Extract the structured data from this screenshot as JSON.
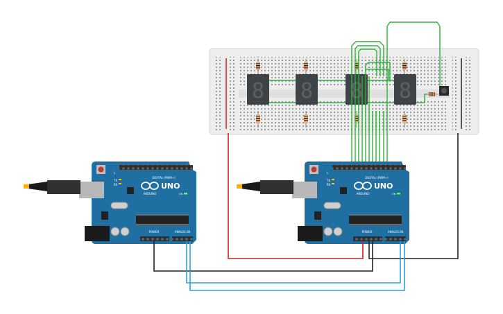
{
  "arduino_left": {
    "model": "UNO",
    "brand": "ARDUINO",
    "digital_label": "DIGITAL (PWM~)",
    "power_label": "POWER",
    "analog_label": "ANALOG IN",
    "tx_label": "TX",
    "rx_label": "RX",
    "l_label": "L",
    "on_label": "ON"
  },
  "arduino_right": {
    "model": "UNO",
    "brand": "ARDUINO",
    "digital_label": "DIGITAL (PWM~)",
    "power_label": "POWER",
    "analog_label": "ANALOG IN",
    "tx_label": "TX",
    "rx_label": "RX",
    "l_label": "L",
    "on_label": "ON"
  },
  "breadboard": {
    "displays": [
      {
        "digit": "8"
      },
      {
        "digit": "8"
      },
      {
        "digit": "8"
      },
      {
        "digit": "8"
      }
    ]
  },
  "colors": {
    "pcb": "#1f6fa3",
    "breadboard": "#ededed",
    "wire_red": "#d11f1f",
    "wire_black": "#222222",
    "wire_green": "#2fb13c",
    "wire_blue": "#2d9fd6",
    "segment_body": "#3e4347",
    "segment_off": "#5a6166"
  }
}
